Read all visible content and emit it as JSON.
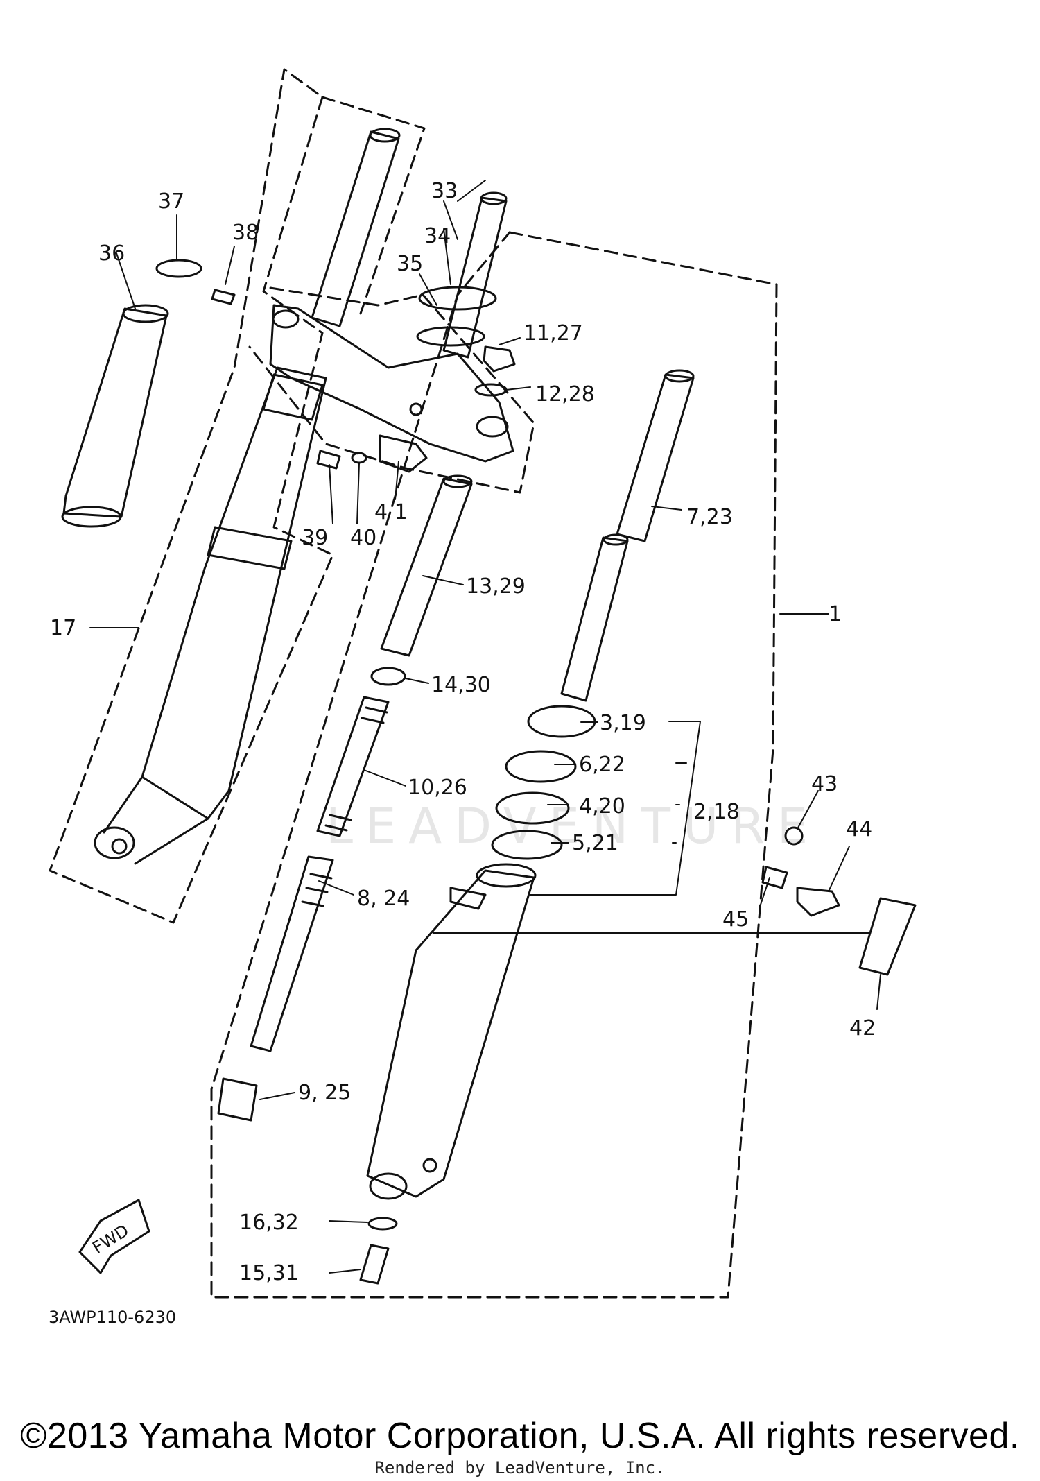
{
  "diagram": {
    "drawing_code": "3AWP110-6230",
    "fwd_label": "FWD",
    "watermark": "LEADVENTURE",
    "callouts": {
      "c1": "1",
      "c2_18": "2,18",
      "c3_19": "3,19",
      "c4_20": "4,20",
      "c5_21": "5,21",
      "c6_22": "6,22",
      "c7_23": "7,23",
      "c8_24": "8, 24",
      "c9_25": "9, 25",
      "c10_26": "10,26",
      "c11_27": "11,27",
      "c12_28": "12,28",
      "c13_29": "13,29",
      "c14_30": "14,30",
      "c15_31": "15,31",
      "c16_32": "16,32",
      "c17": "17",
      "c33": "33",
      "c34": "34",
      "c35": "35",
      "c36": "36",
      "c37": "37",
      "c38": "38",
      "c39": "39",
      "c40": "40",
      "c41": "4 1",
      "c42": "42",
      "c43": "43",
      "c44": "44",
      "c45": "45"
    }
  },
  "footer": {
    "copyright": "©2013 Yamaha Motor Corporation, U.S.A. All rights reserved.",
    "rendered_by": "Rendered by LeadVenture, Inc."
  }
}
